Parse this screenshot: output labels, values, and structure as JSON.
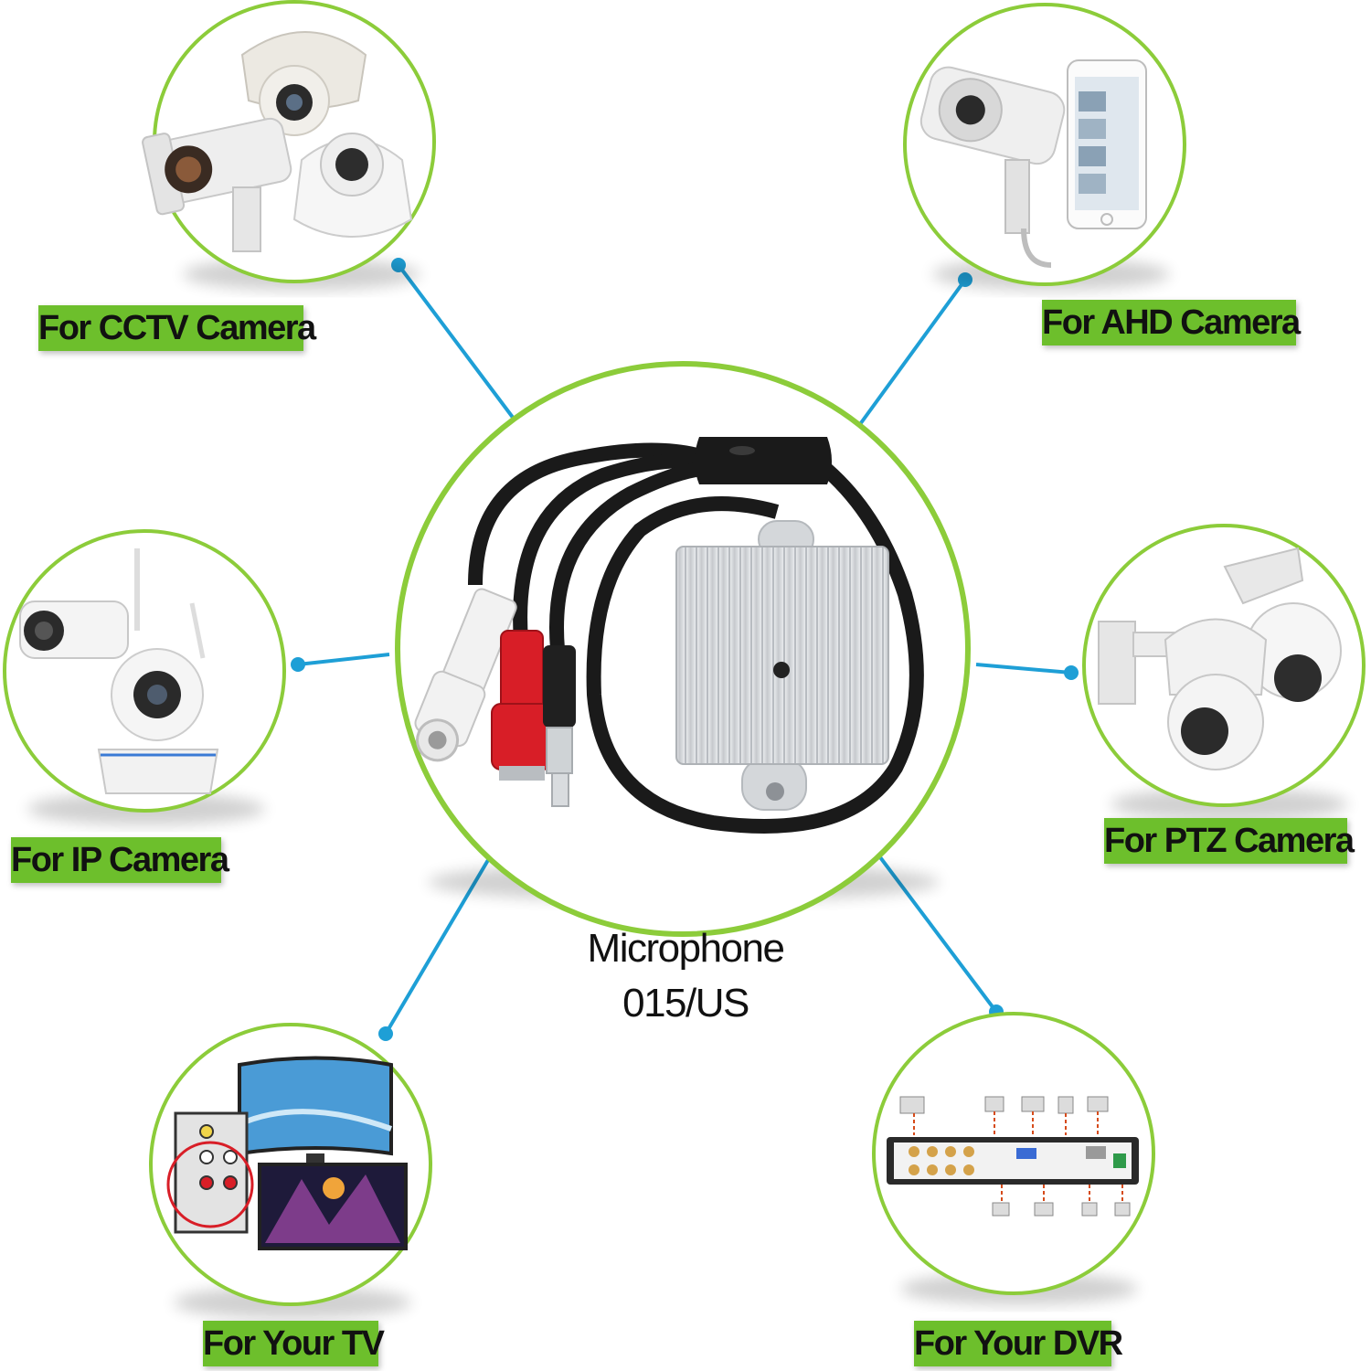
{
  "colors": {
    "ring_green": "#8ccc3a",
    "label_green": "#6dbf2c",
    "connector_blue": "#1e9fd6",
    "ring_fill": "#ffffff",
    "device_silver": "#d9dcdf",
    "cable_black": "#1a1a1a",
    "rca_white": "#f2f2f2",
    "rca_red": "#d81e27"
  },
  "center": {
    "product_line1": "Microphone",
    "product_line2": "015/US",
    "image": "microphone-module-with-rca-cables"
  },
  "nodes": [
    {
      "id": "cctv",
      "label": "For CCTV Camera",
      "image": "cctv-cameras-icon"
    },
    {
      "id": "ahd",
      "label": "For AHD Camera",
      "image": "ahd-camera-and-phone-icon"
    },
    {
      "id": "ip",
      "label": "For IP Camera",
      "image": "ip-cameras-icon"
    },
    {
      "id": "ptz",
      "label": "For PTZ Camera",
      "image": "ptz-cameras-icon"
    },
    {
      "id": "tv",
      "label": "For Your TV",
      "image": "tv-with-audio-ports-icon"
    },
    {
      "id": "dvr",
      "label": "For Your DVR",
      "image": "dvr-wiring-diagram-icon"
    }
  ]
}
